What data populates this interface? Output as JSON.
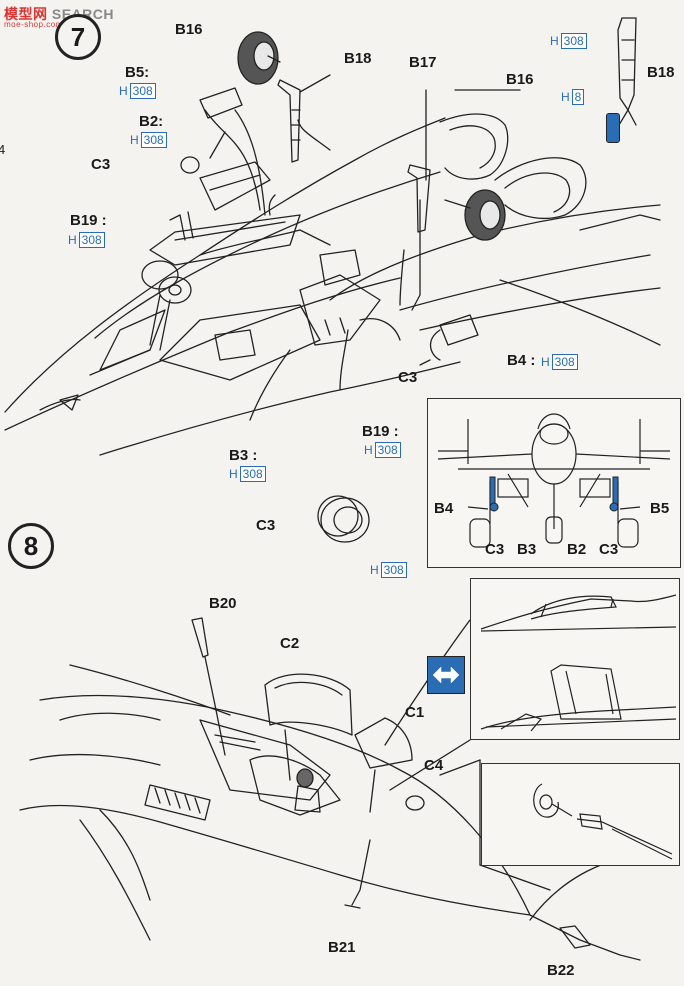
{
  "watermark": {
    "chinese": "模型网",
    "search": "SEARCH",
    "url": "moe-shop.com"
  },
  "page_edge_mark": "4",
  "steps": {
    "seven": "7",
    "eight": "8"
  },
  "paint_code_prefix": "H",
  "paint_codes": {
    "main": "308",
    "b18_bottom": "8"
  },
  "step7_labels": {
    "b16_top": "B16",
    "b18_mid": "B18",
    "b5": "B5:",
    "b2": "B2:",
    "c3_top": "C3",
    "b19_left": "B19 :",
    "b17": "B17",
    "b16_right": "B16",
    "b18_right": "B18",
    "b4": "B4 :",
    "c3_mid": "C3",
    "b19_right": "B19 :",
    "b3": "B3 :",
    "c3_loose": "C3"
  },
  "front_view_labels": {
    "b4": "B4",
    "b5": "B5",
    "c3_a": "C3",
    "b3": "B3",
    "b2": "B2",
    "c3_b": "C3"
  },
  "step8_labels": {
    "b20": "B20",
    "c2": "C2",
    "c1": "C1",
    "c4": "C4",
    "b21": "B21",
    "b22": "B22"
  },
  "accent_blue": "#2a6db5",
  "icon": "open-close-arrows-icon"
}
